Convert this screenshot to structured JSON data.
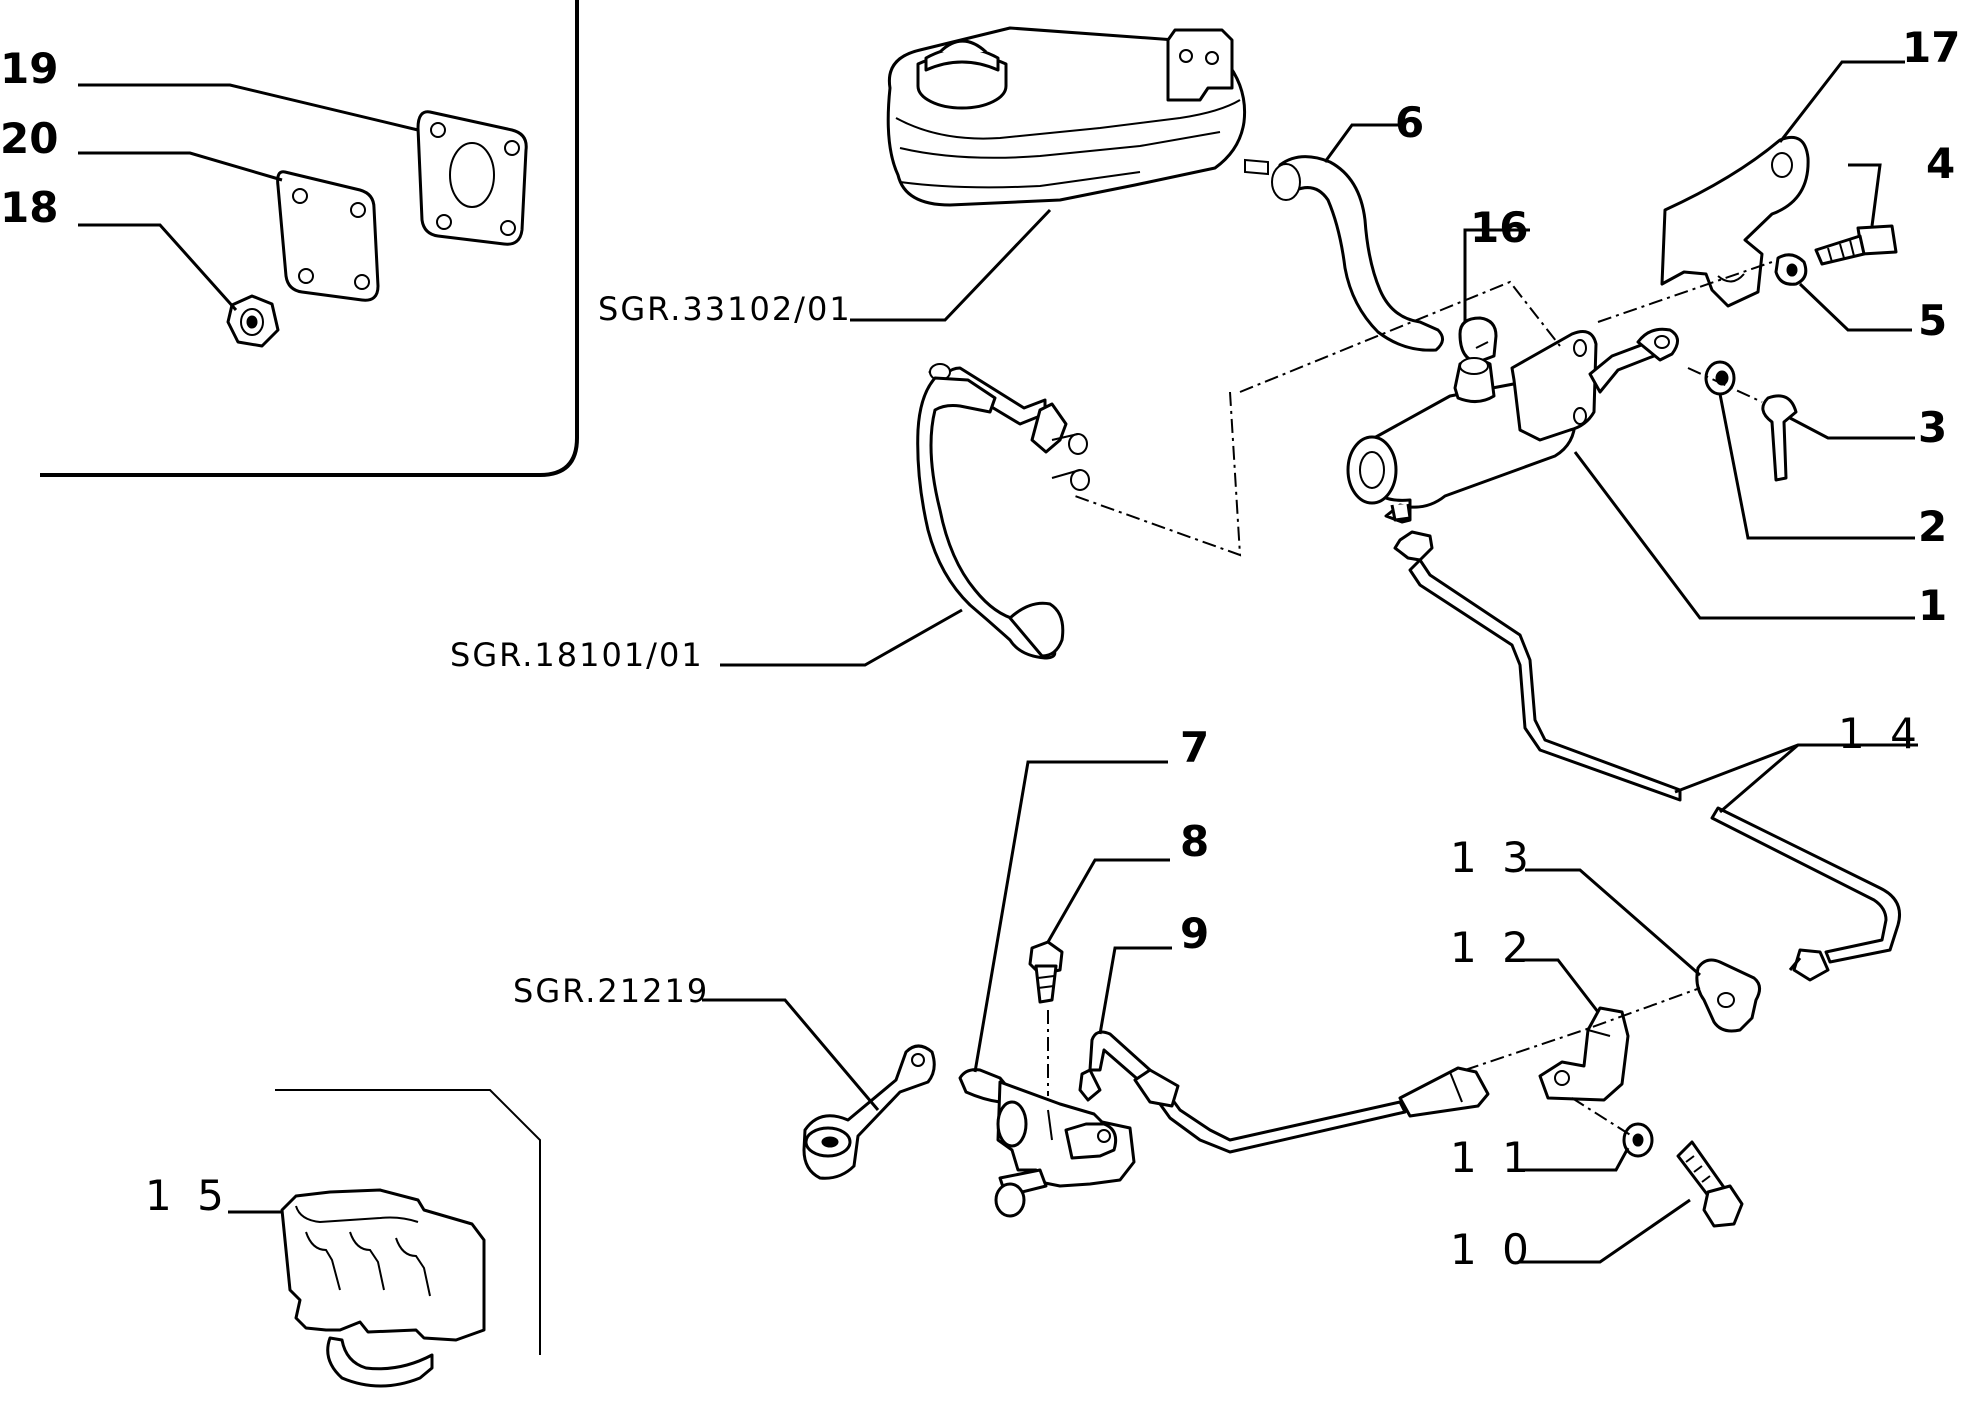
{
  "callouts": {
    "c1": "1",
    "c2": "2",
    "c3": "3",
    "c4": "4",
    "c5": "5",
    "c6": "6",
    "c7": "7",
    "c8": "8",
    "c9": "9",
    "c10": "1 0",
    "c11": "1 1",
    "c12": "1 2",
    "c13": "1 3",
    "c14": "1 4",
    "c15": "1 5",
    "c16": "16",
    "c17": "17",
    "c18": "18",
    "c19": "19",
    "c20": "20"
  },
  "references": {
    "reservoir": "SGR.33102/01",
    "pedal": "SGR.18101/01",
    "lever": "SGR.21219"
  }
}
